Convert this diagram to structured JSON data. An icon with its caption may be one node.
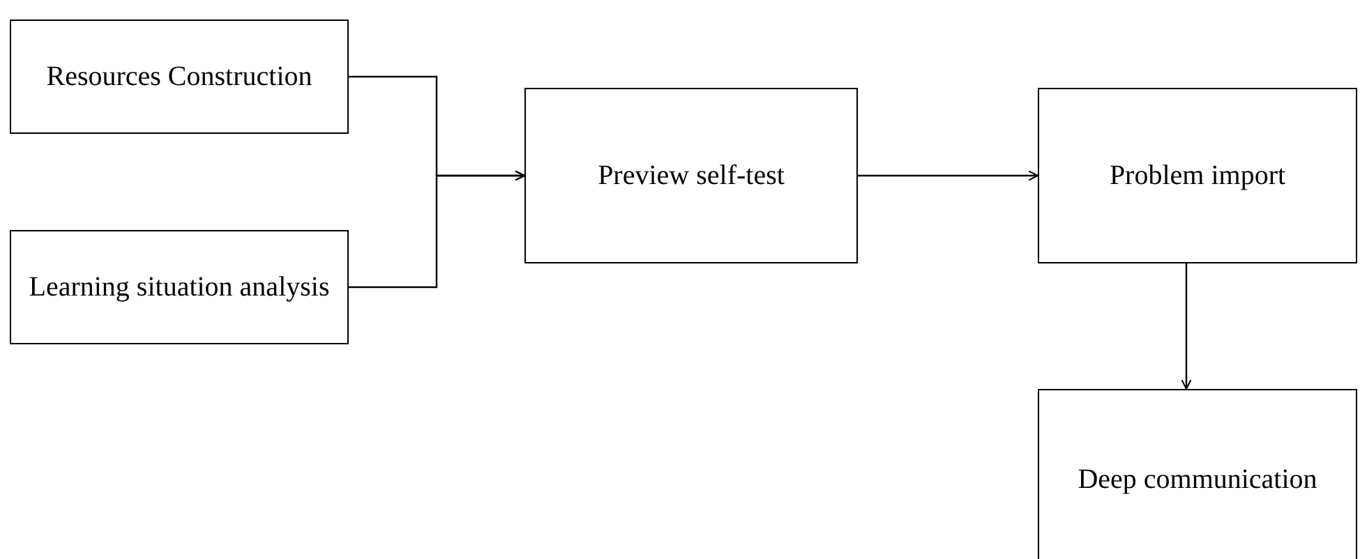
{
  "diagram": {
    "nodes": [
      {
        "text": [
          "Resources Construction"
        ]
      },
      {
        "text": [
          "Learning situation analysis"
        ]
      },
      {
        "text": [
          "Preview self-test"
        ]
      },
      {
        "text": [
          "Problem import"
        ]
      },
      {
        "text": [
          "Deep communication"
        ]
      }
    ],
    "edges": [
      {
        "from": 0,
        "to": 2,
        "arrow": "to"
      },
      {
        "from": 1,
        "to": 2,
        "arrow": "to"
      },
      {
        "from": 2,
        "to": 3,
        "arrow": "to"
      },
      {
        "from": 3,
        "to": 4,
        "arrow": "to"
      }
    ]
  }
}
